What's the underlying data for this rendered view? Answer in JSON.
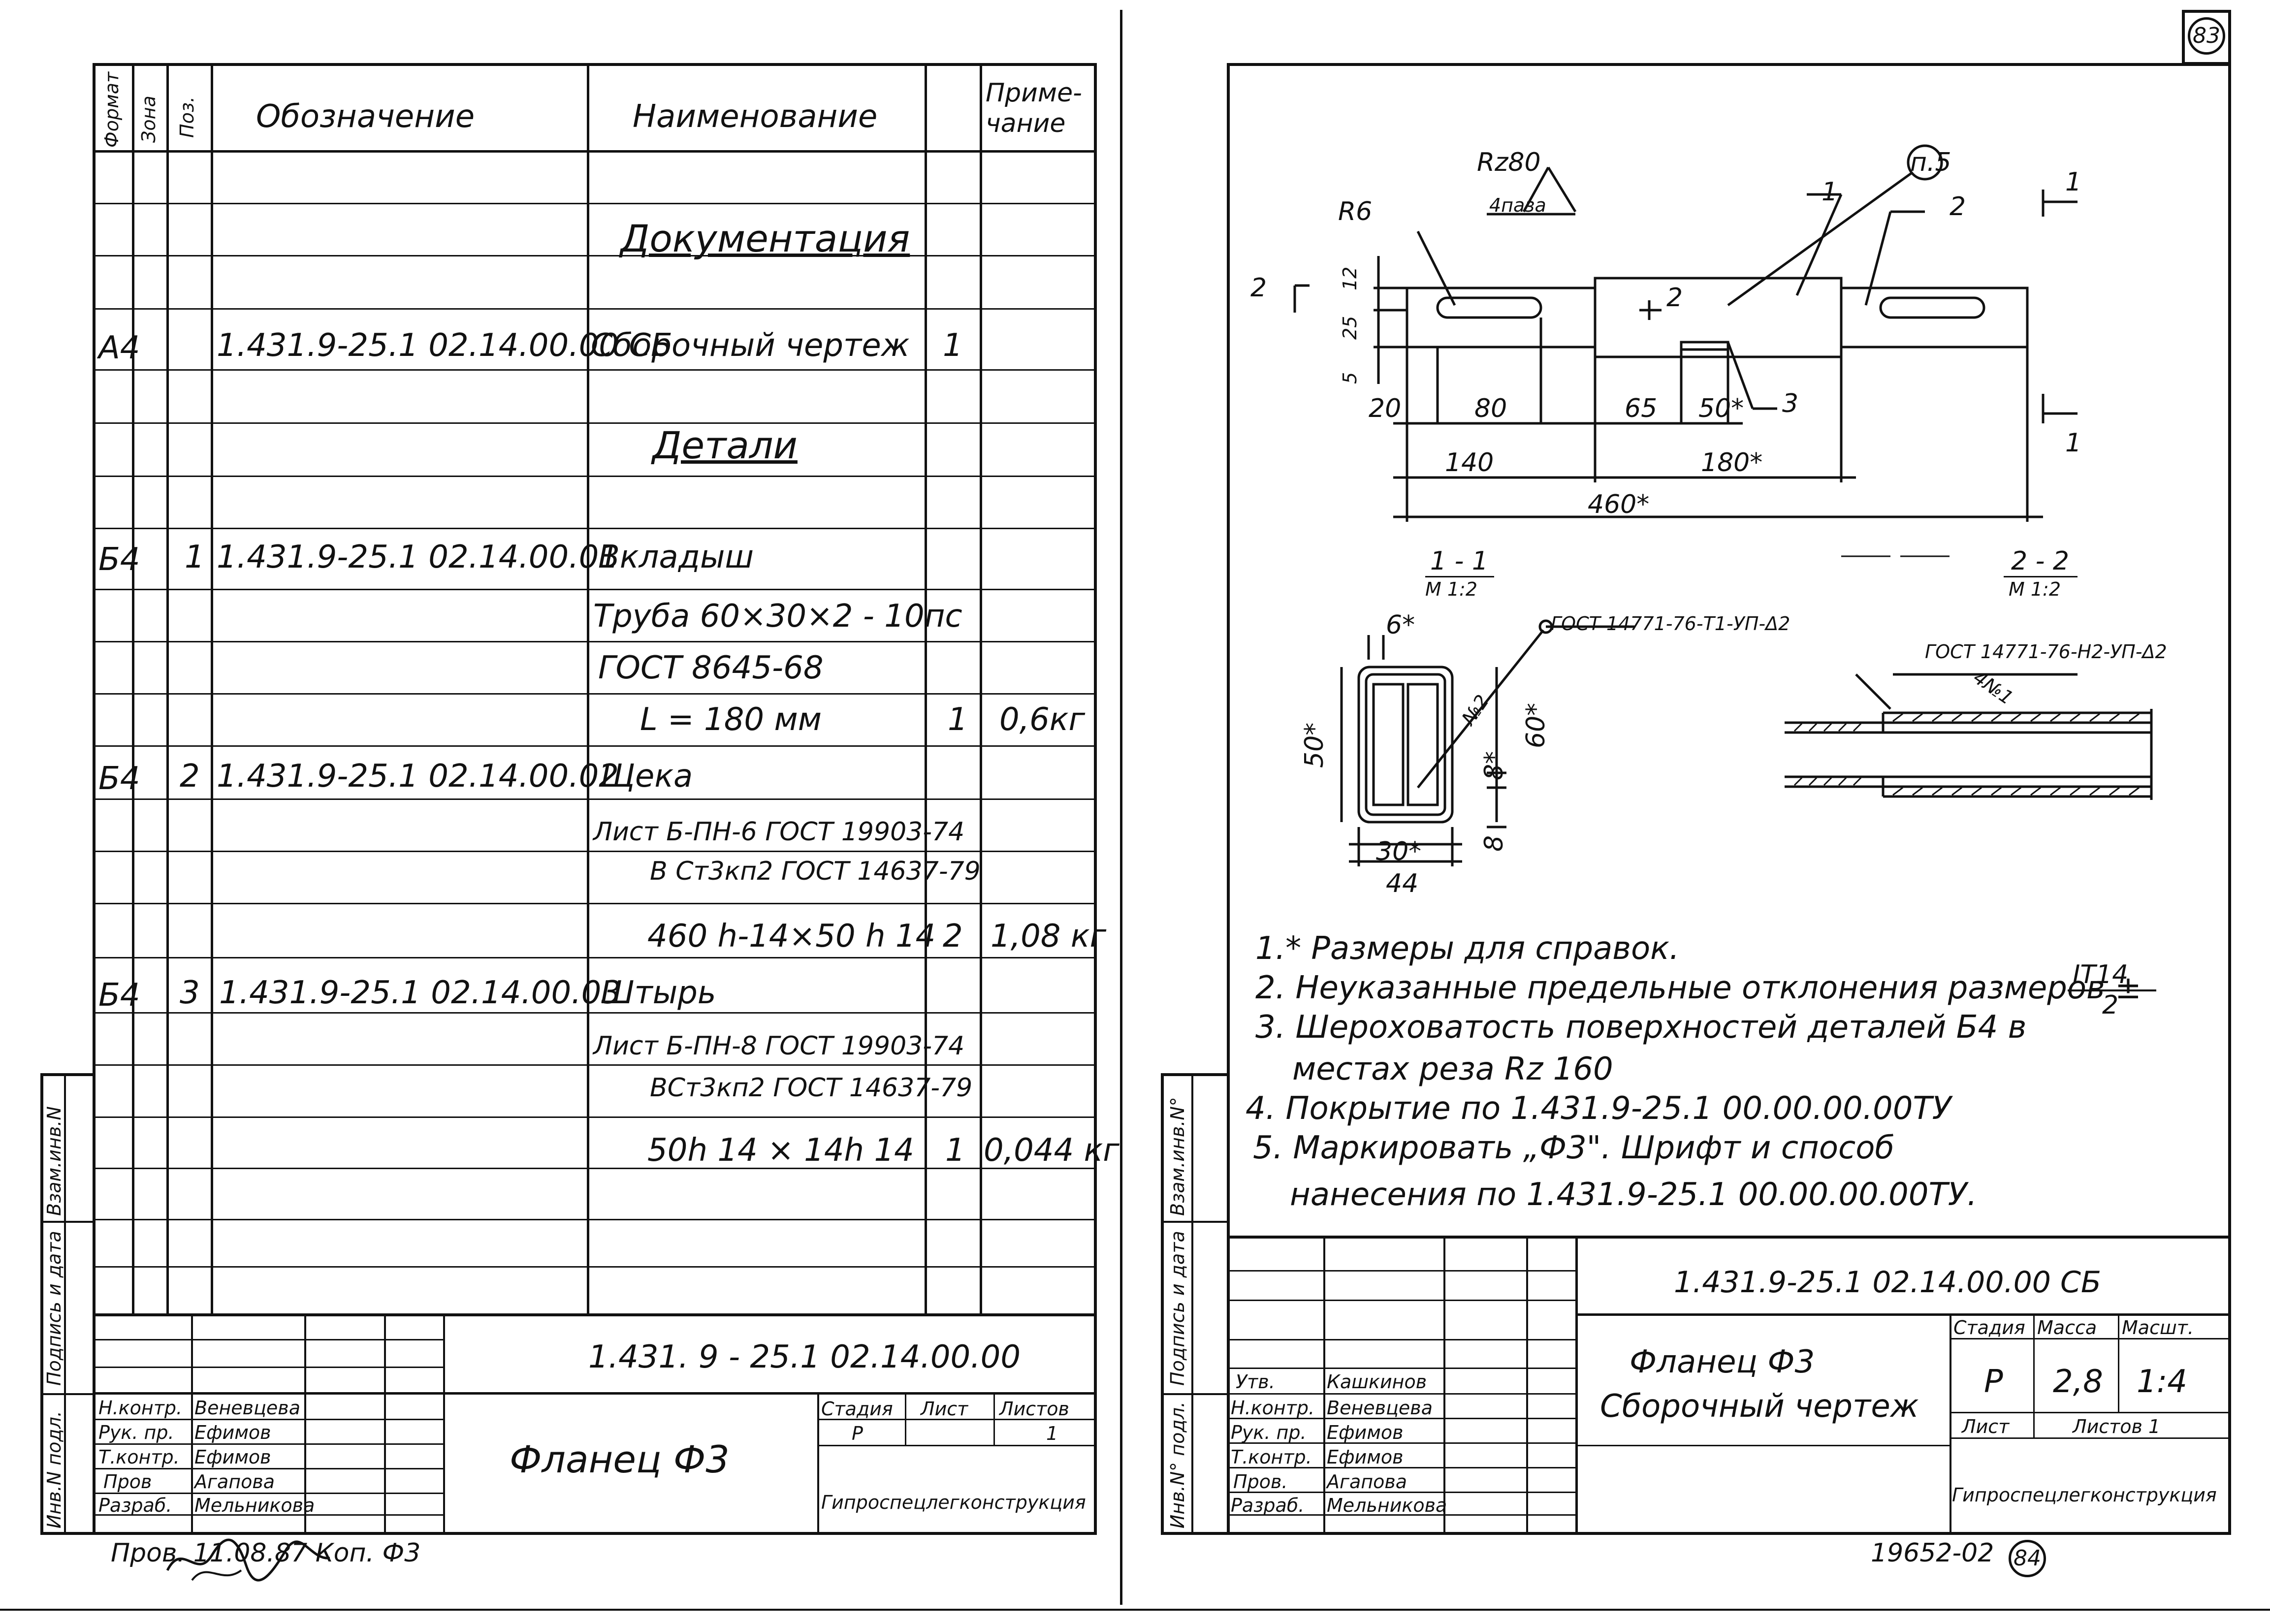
{
  "page_number_top": "83",
  "page_number_bottom": "84",
  "archive_number": "19652-02",
  "left_sheet": {
    "headers": {
      "format": "Формат",
      "zone": "Зона",
      "pos": "Поз.",
      "designation": "Обозначение",
      "name": "Наименование",
      "note": "Приме-\nчание"
    },
    "section_docs": "Документация",
    "section_parts": "Детали",
    "rows": [
      {
        "format": "А4",
        "pos": "",
        "designation": "1.431.9-25.1   02.14.00.00 СБ",
        "name": "Сборочный  чертеж",
        "qty": "1",
        "note": ""
      },
      {
        "format": "Б4",
        "pos": "1",
        "designation": "1.431.9-25.1   02.14.00.01",
        "name": "Вкладыш",
        "qty": "",
        "note": ""
      },
      {
        "format": "",
        "pos": "",
        "designation": "",
        "name": "Труба 60×30×2 - 10пс",
        "qty": "",
        "note": ""
      },
      {
        "format": "",
        "pos": "",
        "designation": "",
        "name": "ГОСТ  8645-68",
        "qty": "",
        "note": ""
      },
      {
        "format": "",
        "pos": "",
        "designation": "",
        "name": "L = 180 мм",
        "qty": "1",
        "note": "0,6кг"
      },
      {
        "format": "Б4",
        "pos": "2",
        "designation": "1.431.9-25.1   02.14.00.02",
        "name": "Щека",
        "qty": "",
        "note": ""
      },
      {
        "format": "",
        "pos": "",
        "designation": "",
        "name": "Лист Б-ПН-6 ГОСТ 19903-74",
        "qty": "",
        "note": ""
      },
      {
        "format": "",
        "pos": "",
        "designation": "",
        "name": "В Ст3кп2 ГОСТ 14637-79",
        "qty": "",
        "note": ""
      },
      {
        "format": "",
        "pos": "",
        "designation": "",
        "name": "460 h-14×50 h 14",
        "qty": "2",
        "note": "1,08 кг"
      },
      {
        "format": "Б4",
        "pos": "3",
        "designation": "1.431.9-25.1   02.14.00.03",
        "name": "Штырь",
        "qty": "",
        "note": ""
      },
      {
        "format": "",
        "pos": "",
        "designation": "",
        "name": "Лист Б-ПН-8 ГОСТ 19903-74",
        "qty": "",
        "note": ""
      },
      {
        "format": "",
        "pos": "",
        "designation": "",
        "name": "ВСт3кп2 ГОСТ 14637-79",
        "qty": "",
        "note": ""
      },
      {
        "format": "",
        "pos": "",
        "designation": "",
        "name": "50h 14 × 14h 14",
        "qty": "1",
        "note": "0,044 кг"
      }
    ],
    "side_labels": [
      "Взам.инв.N",
      "Подпись и дата",
      "Инв.N подл."
    ],
    "title_block": {
      "code": "1.431. 9 - 25.1    02.14.00.00",
      "title": "Фланец  Ф3",
      "stage_label": "Стадия",
      "sheet_label": "Лист",
      "sheets_label": "Листов",
      "stage": "Р",
      "sheets": "1",
      "org": "Гипроспецлегконструкция",
      "roles": [
        "Н.контр.",
        "Рук. пр.",
        "Т.контр.",
        "Пров",
        "Разраб."
      ],
      "names": [
        "Веневцева",
        "Ефимов",
        "Ефимов",
        "Агапова",
        "Мельникова"
      ]
    },
    "footer_note": "Пров.  11.08.87 Коп. Ф3"
  },
  "right_sheet": {
    "drawing": {
      "rz": "Rz80",
      "slots": "4паза",
      "r6": "R6",
      "p5": "п.5",
      "sec1": "1",
      "sec2": "2",
      "dims_v": [
        "12",
        "25",
        "5"
      ],
      "dims_h": [
        "20",
        "80",
        "65",
        "50*",
        "140",
        "180*",
        "460*"
      ],
      "labels": [
        "1",
        "2",
        "3"
      ],
      "view1": "1 - 1",
      "scale1": "М 1:2",
      "view2": "2 - 2",
      "scale2": "М 1:2",
      "gost1": "ГОСТ 14771-76-Т1-УП-Δ2",
      "gost2": "ГОСТ 14771-76-Н2-УП-Δ2",
      "weld1": "№2",
      "weld2": "4№1",
      "d6": "6*",
      "d50": "50*",
      "d60": "60*",
      "d8a": "8*",
      "d8b": "8",
      "d30": "30*",
      "d44": "44"
    },
    "notes": [
      "1.* Размеры для справок.",
      "2. Неуказанные предельные отклонения размеров  ±",
      "3. Шероховатость поверхностей  деталей  Б4  в",
      "местах  реза  Rz 160",
      "4. Покрытие  по  1.431.9-25.1   00.00.00.00ТУ",
      "5. Маркировать „Ф3\". Шрифт  и  способ",
      "нанесения  по  1.431.9-25.1   00.00.00.00ТУ."
    ],
    "it_frac_num": "IT14",
    "it_frac_den": "2",
    "side_labels": [
      "Взам.инв.N°",
      "Подпись и дата",
      "Инв.N° подл."
    ],
    "title_block": {
      "code": "1.431.9-25.1     02.14.00.00 СБ",
      "title": "Фланец  Ф3",
      "subtitle": "Сборочный чертеж",
      "stage_label": "Стадия",
      "mass_label": "Масса",
      "scale_label": "Масшт.",
      "stage": "Р",
      "mass": "2,8",
      "scale": "1:4",
      "sheet_label": "Лист",
      "sheets_label": "Листов 1",
      "org": "Гипроспецлегконструкция",
      "roles": [
        "Утв.",
        "Н.контр.",
        "Рук. пр.",
        "Т.контр.",
        "Пров.",
        "Разраб."
      ],
      "names": [
        "Кашкинов",
        "Веневцева",
        "Ефимов",
        "Ефимов",
        "Агапова",
        "Мельникова"
      ]
    }
  }
}
